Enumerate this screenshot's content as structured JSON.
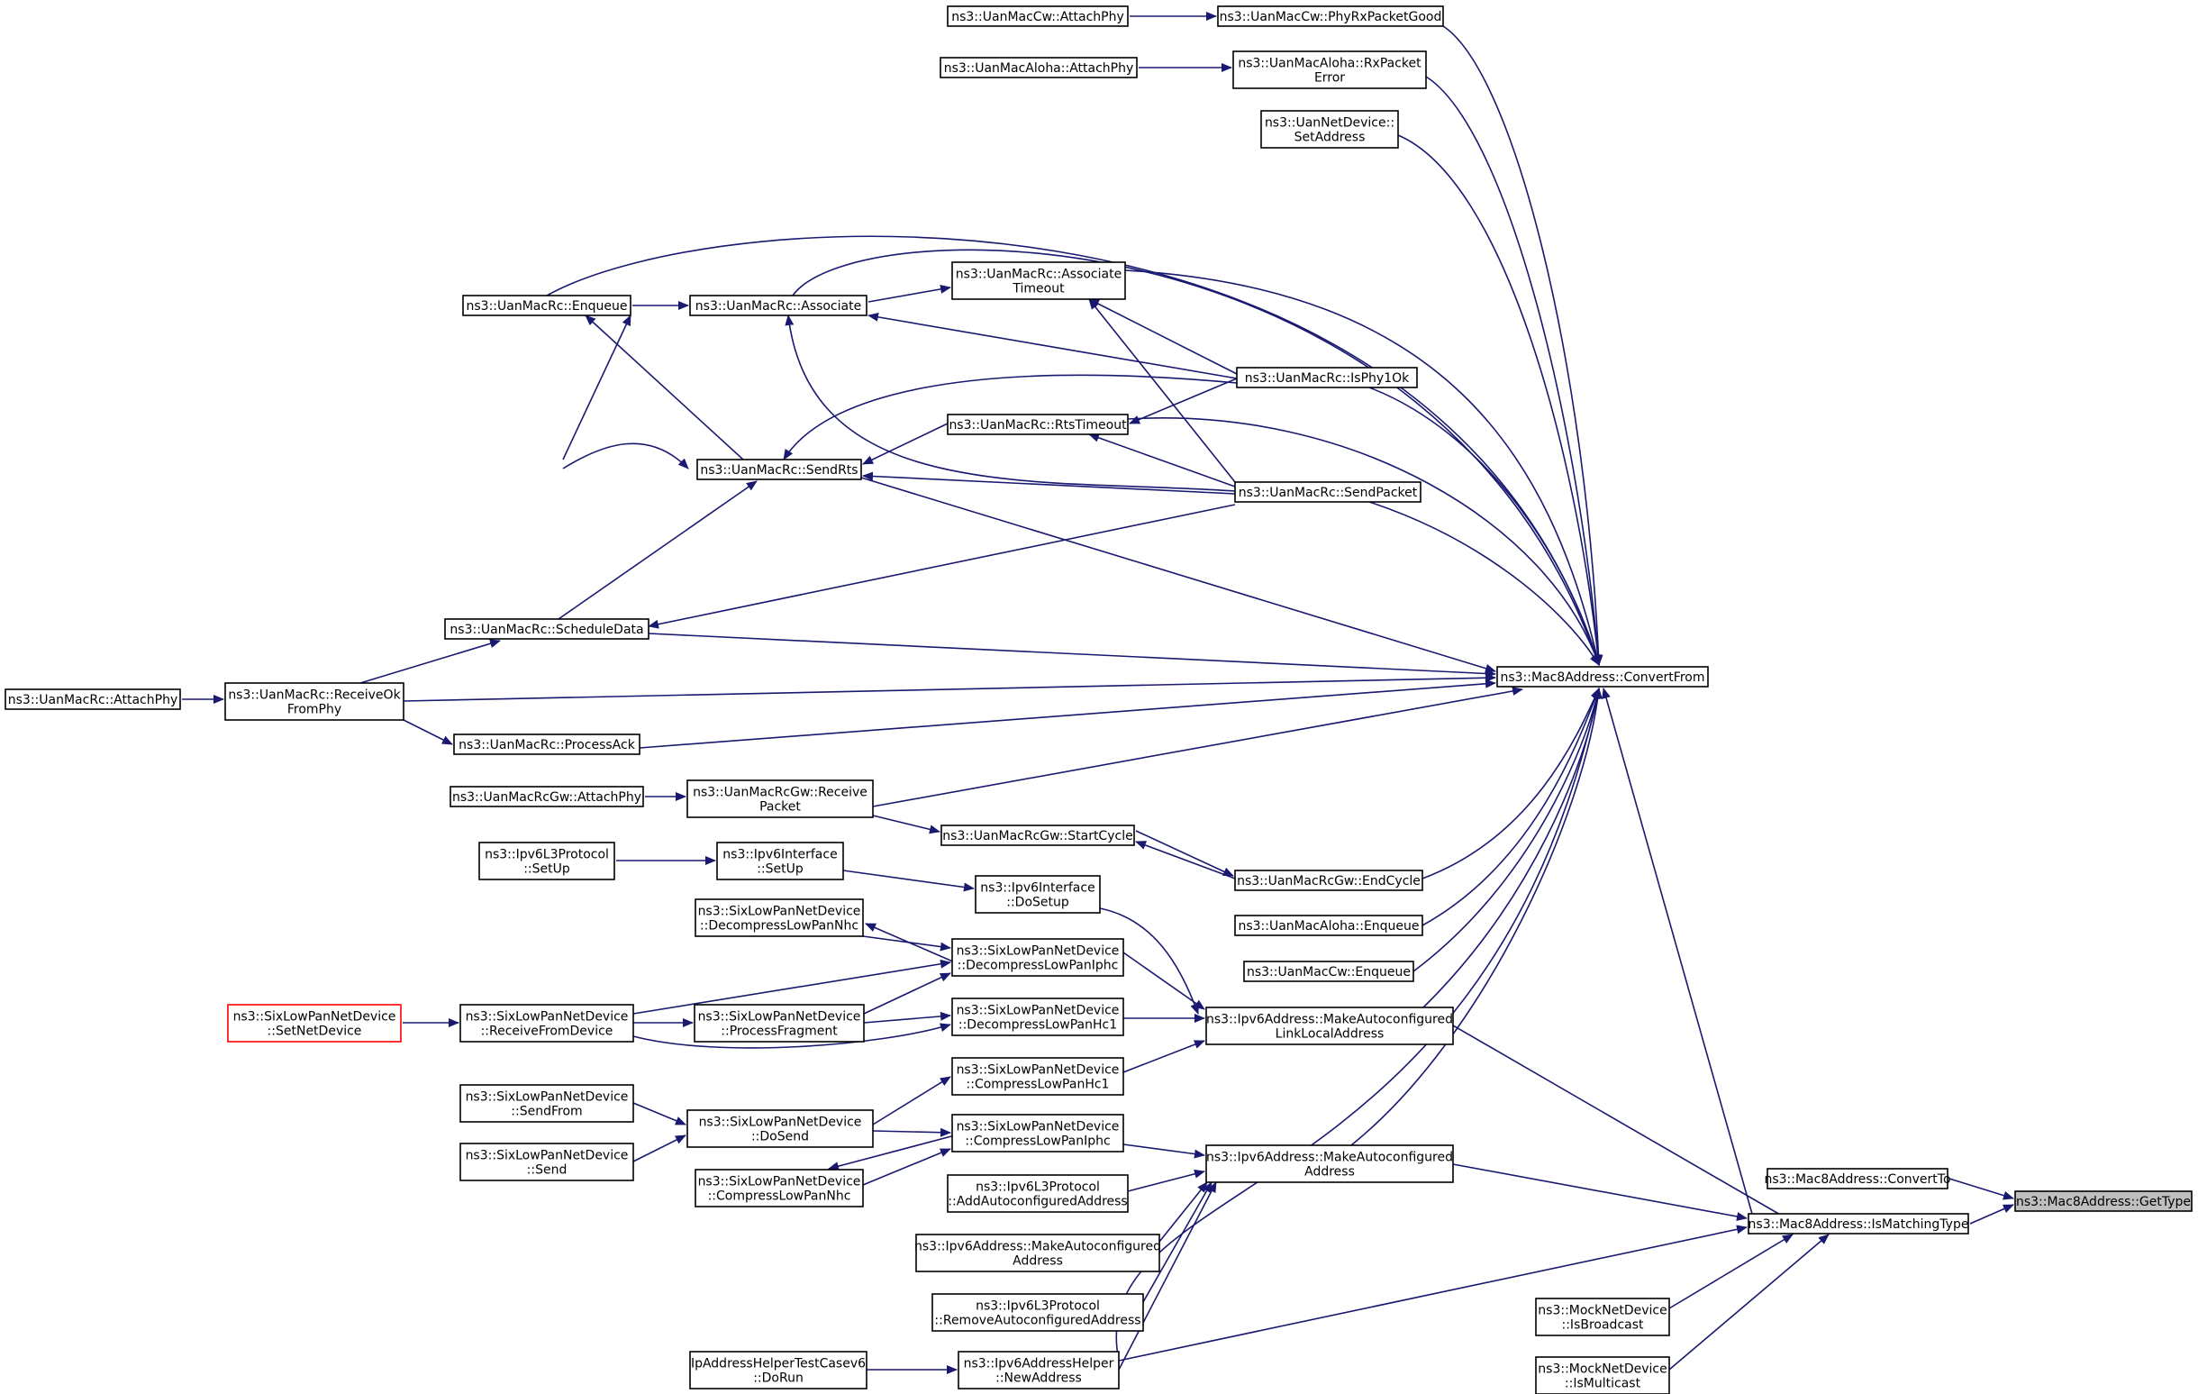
{
  "colors": {
    "edge": "#191970",
    "box": "#000000",
    "box_red": "#ff0000",
    "highlight": "#bfbfbf"
  },
  "nodes": [
    {
      "id": "cw_attachphy",
      "lines": [
        "ns3::UanMacCw::AttachPhy"
      ]
    },
    {
      "id": "cw_phyrx",
      "lines": [
        "ns3::UanMacCw::PhyRxPacketGood"
      ]
    },
    {
      "id": "aloha_attachphy",
      "lines": [
        "ns3::UanMacAloha::AttachPhy"
      ]
    },
    {
      "id": "aloha_rxerr",
      "lines": [
        "ns3::UanMacAloha::RxPacket",
        "Error"
      ]
    },
    {
      "id": "uannet_setaddr",
      "lines": [
        "ns3::UanNetDevice::",
        "SetAddress"
      ]
    },
    {
      "id": "rc_enqueue",
      "lines": [
        "ns3::UanMacRc::Enqueue"
      ]
    },
    {
      "id": "rc_associate",
      "lines": [
        "ns3::UanMacRc::Associate"
      ]
    },
    {
      "id": "rc_assoc_timeout",
      "lines": [
        "ns3::UanMacRc::Associate",
        "Timeout"
      ]
    },
    {
      "id": "rc_isphy1ok",
      "lines": [
        "ns3::UanMacRc::IsPhy1Ok"
      ]
    },
    {
      "id": "rc_rtstimeout",
      "lines": [
        "ns3::UanMacRc::RtsTimeout"
      ]
    },
    {
      "id": "rc_sendrts",
      "lines": [
        "ns3::UanMacRc::SendRts"
      ]
    },
    {
      "id": "rc_sendpacket",
      "lines": [
        "ns3::UanMacRc::SendPacket"
      ]
    },
    {
      "id": "rc_scheduledata",
      "lines": [
        "ns3::UanMacRc::ScheduleData"
      ]
    },
    {
      "id": "rc_attachphy",
      "lines": [
        "ns3::UanMacRc::AttachPhy"
      ]
    },
    {
      "id": "rc_receiveok",
      "lines": [
        "ns3::UanMacRc::ReceiveOk",
        "FromPhy"
      ]
    },
    {
      "id": "rc_processack",
      "lines": [
        "ns3::UanMacRc::ProcessAck"
      ]
    },
    {
      "id": "convertfrom",
      "lines": [
        "ns3::Mac8Address::ConvertFrom"
      ]
    },
    {
      "id": "rcgw_attachphy",
      "lines": [
        "ns3::UanMacRcGw::AttachPhy"
      ]
    },
    {
      "id": "rcgw_receive",
      "lines": [
        "ns3::UanMacRcGw::Receive",
        "Packet"
      ]
    },
    {
      "id": "rcgw_startcycle",
      "lines": [
        "ns3::UanMacRcGw::StartCycle"
      ]
    },
    {
      "id": "rcgw_endcycle",
      "lines": [
        "ns3::UanMacRcGw::EndCycle"
      ]
    },
    {
      "id": "aloha_enqueue",
      "lines": [
        "ns3::UanMacAloha::Enqueue"
      ]
    },
    {
      "id": "cw_enqueue",
      "lines": [
        "ns3::UanMacCw::Enqueue"
      ]
    },
    {
      "id": "ipv6l3_setup",
      "lines": [
        "ns3::Ipv6L3Protocol",
        "::SetUp"
      ]
    },
    {
      "id": "ipv6if_setup",
      "lines": [
        "ns3::Ipv6Interface",
        "::SetUp"
      ]
    },
    {
      "id": "ipv6if_dosetup",
      "lines": [
        "ns3::Ipv6Interface",
        "::DoSetup"
      ]
    },
    {
      "id": "six_decomp_nhc",
      "lines": [
        "ns3::SixLowPanNetDevice",
        "::DecompressLowPanNhc"
      ]
    },
    {
      "id": "six_decomp_iphc",
      "lines": [
        "ns3::SixLowPanNetDevice",
        "::DecompressLowPanIphc"
      ]
    },
    {
      "id": "six_setnetdevice",
      "lines": [
        "ns3::SixLowPanNetDevice",
        "::SetNetDevice"
      ],
      "red": true
    },
    {
      "id": "six_receivefrom",
      "lines": [
        "ns3::SixLowPanNetDevice",
        "::ReceiveFromDevice"
      ]
    },
    {
      "id": "six_processfrag",
      "lines": [
        "ns3::SixLowPanNetDevice",
        "::ProcessFragment"
      ]
    },
    {
      "id": "six_decomp_hc1",
      "lines": [
        "ns3::SixLowPanNetDevice",
        "::DecompressLowPanHc1"
      ]
    },
    {
      "id": "ipv6_mk_linklocal",
      "lines": [
        "ns3::Ipv6Address::MakeAutoconfigured",
        "LinkLocalAddress"
      ]
    },
    {
      "id": "six_comp_hc1",
      "lines": [
        "ns3::SixLowPanNetDevice",
        "::CompressLowPanHc1"
      ]
    },
    {
      "id": "six_sendfrom",
      "lines": [
        "ns3::SixLowPanNetDevice",
        "::SendFrom"
      ]
    },
    {
      "id": "six_dosend",
      "lines": [
        "ns3::SixLowPanNetDevice",
        "::DoSend"
      ]
    },
    {
      "id": "six_comp_iphc",
      "lines": [
        "ns3::SixLowPanNetDevice",
        "::CompressLowPanIphc"
      ]
    },
    {
      "id": "ipv6_mk_addr",
      "lines": [
        "ns3::Ipv6Address::MakeAutoconfigured",
        "Address"
      ]
    },
    {
      "id": "six_send",
      "lines": [
        "ns3::SixLowPanNetDevice",
        "::Send"
      ]
    },
    {
      "id": "six_comp_nhc",
      "lines": [
        "ns3::SixLowPanNetDevice",
        "::CompressLowPanNhc"
      ]
    },
    {
      "id": "ipv6l3_addauto",
      "lines": [
        "ns3::Ipv6L3Protocol",
        "::AddAutoconfiguredAddress"
      ]
    },
    {
      "id": "ipv6_mk_addr2",
      "lines": [
        "ns3::Ipv6Address::MakeAutoconfigured",
        "Address"
      ]
    },
    {
      "id": "ipv6l3_removeauto",
      "lines": [
        "ns3::Ipv6L3Protocol",
        "::RemoveAutoconfiguredAddress"
      ]
    },
    {
      "id": "iphelper_test",
      "lines": [
        "IpAddressHelperTestCasev6",
        "::DoRun"
      ]
    },
    {
      "id": "ipv6helper_newaddr",
      "lines": [
        "ns3::Ipv6AddressHelper",
        "::NewAddress"
      ]
    },
    {
      "id": "convertto",
      "lines": [
        "ns3::Mac8Address::ConvertTo"
      ]
    },
    {
      "id": "ismatchingtype",
      "lines": [
        "ns3::Mac8Address::IsMatchingType"
      ]
    },
    {
      "id": "gettype",
      "lines": [
        "ns3::Mac8Address::GetType"
      ],
      "highlight": true
    },
    {
      "id": "mock_isbroadcast",
      "lines": [
        "ns3::MockNetDevice",
        "::IsBroadcast"
      ]
    },
    {
      "id": "mock_ismulticast",
      "lines": [
        "ns3::MockNetDevice",
        "::IsMulticast"
      ]
    }
  ]
}
